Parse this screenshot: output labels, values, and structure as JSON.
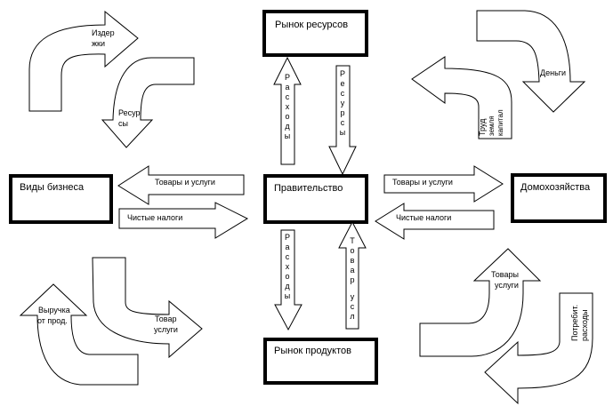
{
  "diagram": {
    "nodes": {
      "resource_market": "Рынок ресурсов",
      "business": "Виды бизнеса",
      "government": "Правительство",
      "households": "Домохозяйства",
      "product_market": "Рынок продуктов"
    },
    "straight_arrows": {
      "gov_to_resmarket_spending": "Расходы",
      "resmarket_to_gov_resources": "Ресурсы",
      "gov_to_business_goods": "Товары  и услуги",
      "business_to_gov_taxes": "Чистые налоги",
      "gov_to_households_goods": "Товары  и услуги",
      "households_to_gov_taxes": "Чистые налоги",
      "gov_to_prodmarket_spending": "Расходы",
      "prodmarket_to_gov_goods_line1": "Товар",
      "prodmarket_to_gov_goods_line2": "усл"
    },
    "curved_arrows": {
      "business_costs": [
        "Издер",
        "жки"
      ],
      "business_resources": [
        "Ресур",
        "сы"
      ],
      "households_money": [
        "Деньги"
      ],
      "households_factors": [
        "Труд",
        "земля",
        "капитал"
      ],
      "business_revenue": [
        "Выручка",
        "от прод."
      ],
      "business_goods": [
        "Товар",
        "услуги"
      ],
      "households_goods": [
        "Товары",
        "услуги"
      ],
      "households_consumption": [
        "Потребит.",
        "расходы"
      ]
    }
  }
}
